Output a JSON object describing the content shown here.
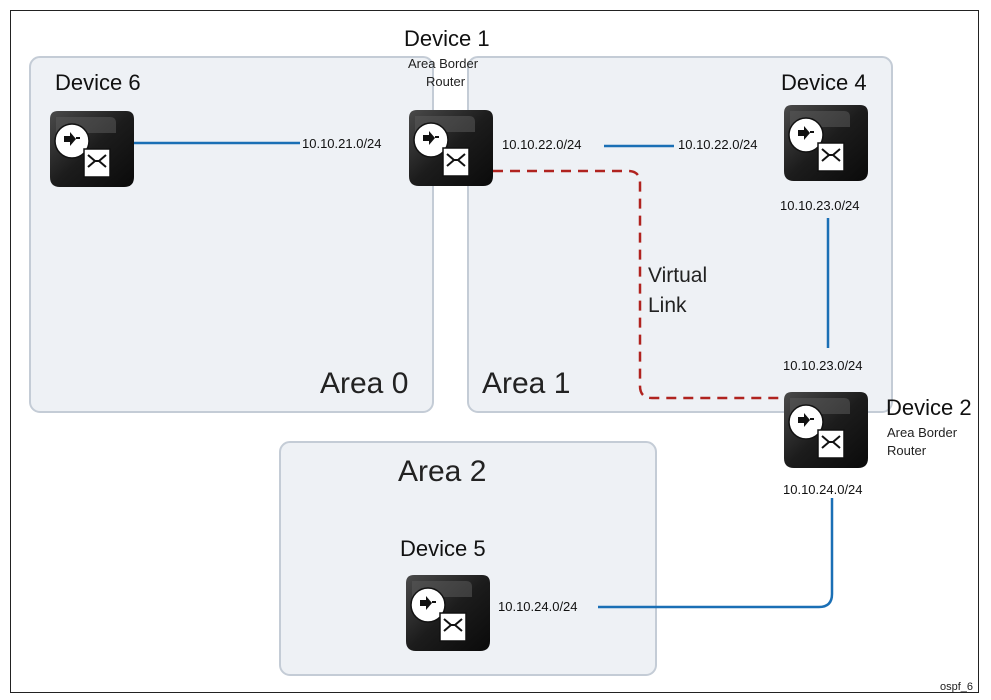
{
  "areas": [
    {
      "id": "area0",
      "label": "Area 0"
    },
    {
      "id": "area1",
      "label": "Area 1"
    },
    {
      "id": "area2",
      "label": "Area 2"
    }
  ],
  "devices": {
    "device1": {
      "name": "Device 1",
      "role_line1": "Area Border",
      "role_line2": "Router"
    },
    "device2": {
      "name": "Device 2",
      "role_line1": "Area Border",
      "role_line2": "Router"
    },
    "device4": {
      "name": "Device 4"
    },
    "device5": {
      "name": "Device 5"
    },
    "device6": {
      "name": "Device 6"
    }
  },
  "networks": {
    "d6_d1": "10.10.21.0/24",
    "d1_d4_left": "10.10.22.0/24",
    "d1_d4_right": "10.10.22.0/24",
    "d4_d2_top": "10.10.23.0/24",
    "d4_d2_bottom": "10.10.23.0/24",
    "d2_d5_top": "10.10.24.0/24",
    "d2_d5_bottom": "10.10.24.0/24"
  },
  "virtual_link": {
    "line1": "Virtual",
    "line2": "Link"
  },
  "figure_id": "ospf_6",
  "colors": {
    "area_fill": "#eef1f5",
    "area_stroke": "#c4ccd6",
    "link": "#1a6fb5",
    "virtual_link": "#b0231f",
    "router_body": "#1b1b1b",
    "router_top": "#555555"
  }
}
